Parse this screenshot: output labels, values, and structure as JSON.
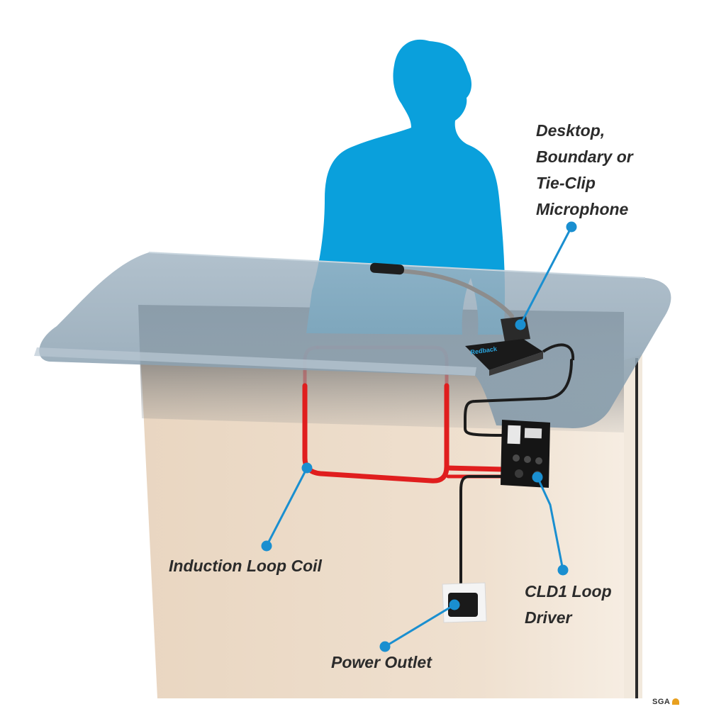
{
  "labels": {
    "microphone": [
      "Desktop,",
      "Boundary or",
      "Tie-Clip",
      "Microphone"
    ],
    "coil": [
      "Induction Loop Coil"
    ],
    "driver": [
      "CLD1 Loop",
      "Driver"
    ],
    "power": [
      "Power Outlet"
    ]
  },
  "brand": "SGA",
  "device_text": "Redback",
  "colors": {
    "person": "#0aa0dc",
    "callout": "#1a8fd0",
    "loop_coil": "#e01e1e",
    "desk_wood": "#ecd9c4",
    "desk_glass": "#8fa6b6",
    "device": "#1c1c1c"
  }
}
